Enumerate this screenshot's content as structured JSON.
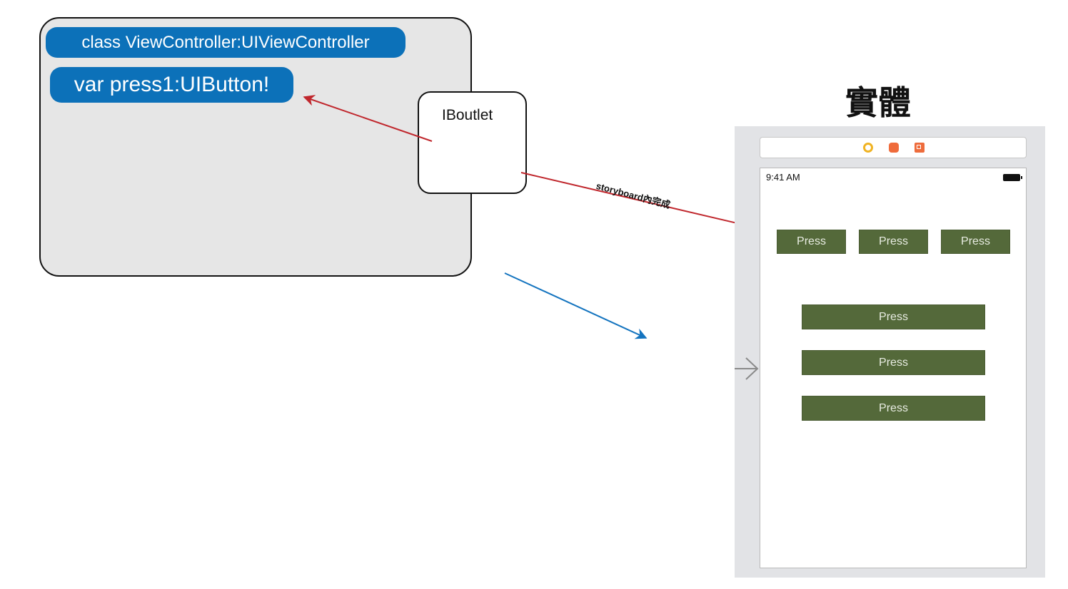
{
  "class_panel": {
    "class_declaration": "class ViewController:UIViewController",
    "property_declaration": "var press1:UIButton!"
  },
  "outlet": {
    "label": "IBoutlet",
    "connection_label": "storyboard內完成"
  },
  "entity": {
    "title": "實體"
  },
  "scene": {
    "status_time": "9:41 AM",
    "toolbar_icons": [
      "view-controller-icon",
      "first-responder-icon",
      "exit-icon"
    ],
    "top_row_buttons": [
      "Press",
      "Press",
      "Press"
    ],
    "column_buttons": [
      "Press",
      "Press",
      "Press"
    ],
    "button_color": "#54693a"
  },
  "colors": {
    "pill": "#0c71b9",
    "red_arrow": "#c0272d",
    "blue_arrow": "#1474bf"
  }
}
